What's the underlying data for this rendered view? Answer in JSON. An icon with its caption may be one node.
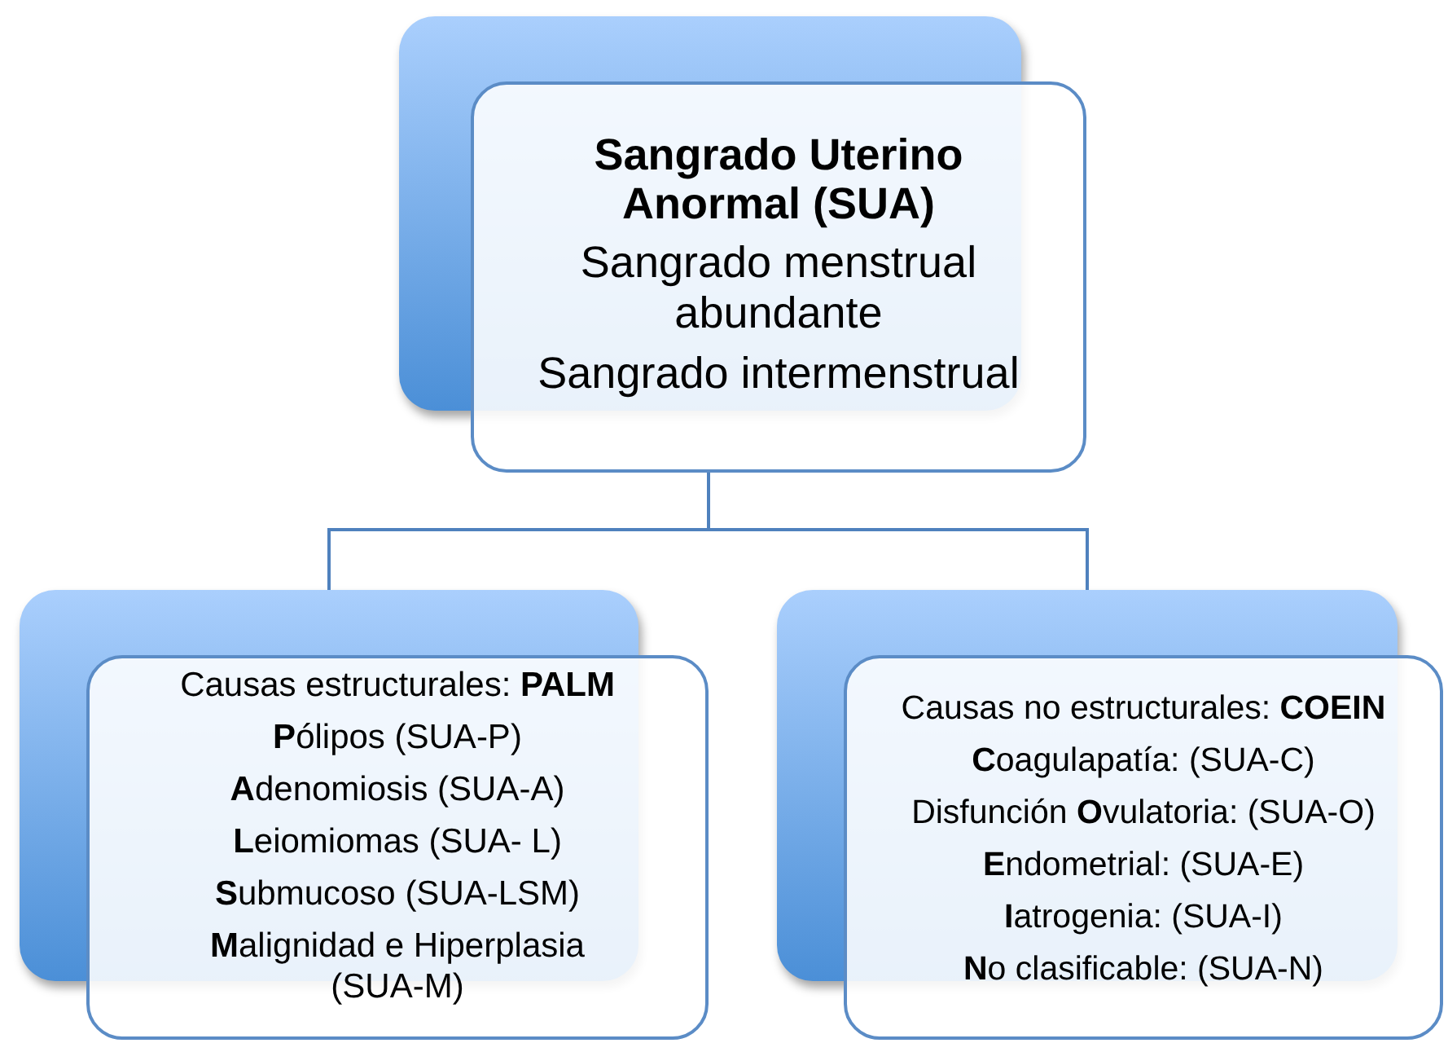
{
  "diagram": {
    "nodes": [
      {
        "text": [],
        "shape": "box"
      },
      {
        "text": [
          "Sangrado Uterino Anormal (SUA)",
          "Sangrado menstrual abundante",
          "Sangrado intermenstrual"
        ]
      },
      {
        "text": [],
        "shape": "box"
      },
      {
        "text": [
          "Causas estructurales: **PALM**",
          "**P**ólipos (SUA-P)",
          "**A**denomiosis (SUA-A)",
          "**L**eiomiomas (SUA- L)",
          "**S**ubmucoso (SUA-LSM)",
          "**M**alignidad e Hiperplasia (SUA-M)"
        ]
      },
      {
        "text": [],
        "shape": "box"
      },
      {
        "text": [
          "Causas no estructurales: **COEIN**",
          "**C**oagulapatía: (SUA-C)",
          "Disfunción **O**vulatoria: (SUA-O)",
          "**E**ndometrial: (SUA-E)",
          "**I**atrogenia: (SUA-I)",
          "**N**o clasificable: (SUA-N)"
        ]
      }
    ],
    "edges": [
      {
        "from": 1,
        "to": 2,
        "arrow": "none"
      },
      {
        "from": 1,
        "to": 4,
        "arrow": "none"
      }
    ]
  }
}
